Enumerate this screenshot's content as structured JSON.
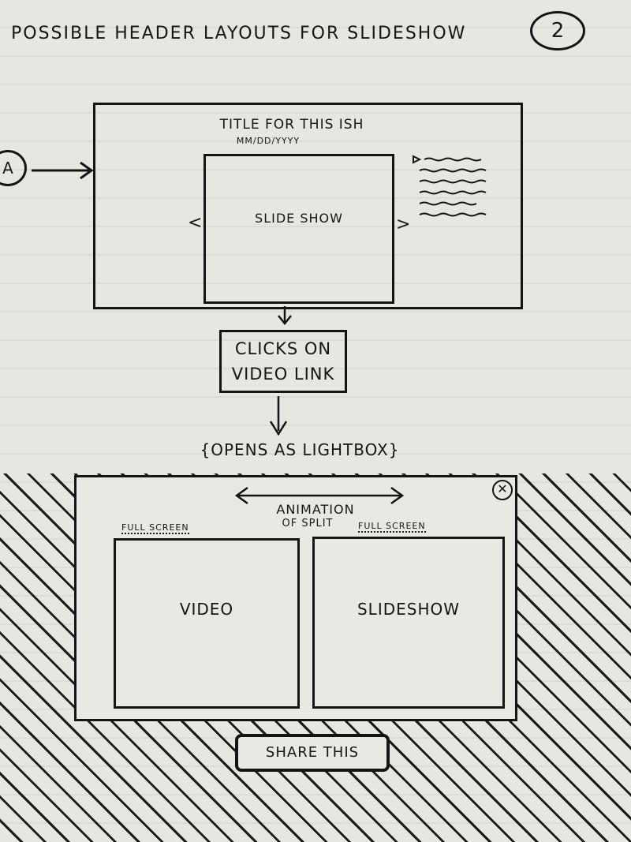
{
  "page": {
    "heading": "POSSIBLE HEADER LAYOUTS FOR SLIDESHOW",
    "page_number": "2"
  },
  "option_a": {
    "marker": "A",
    "title": "TITLE FOR THIS ISH",
    "date": "MM/DD/YYYY",
    "slideshow_label": "SLIDE SHOW",
    "prev_arrow": "<",
    "next_arrow": ">"
  },
  "flow": {
    "clicks_line1": "CLICKS ON",
    "clicks_line2": "VIDEO LINK",
    "opens_as": "{OPENS AS LIGHTBOX}"
  },
  "lightbox": {
    "animation_line1": "ANIMATION",
    "animation_line2": "OF SPLIT",
    "fullscreen_left": "FULL SCREEN",
    "fullscreen_right": "FULL SCREEN",
    "video_label": "VIDEO",
    "slideshow_label": "SLIDESHOW",
    "share_label": "SHARE THIS"
  },
  "icons": {
    "close": "close-icon",
    "arrow": "arrow-right-icon"
  }
}
